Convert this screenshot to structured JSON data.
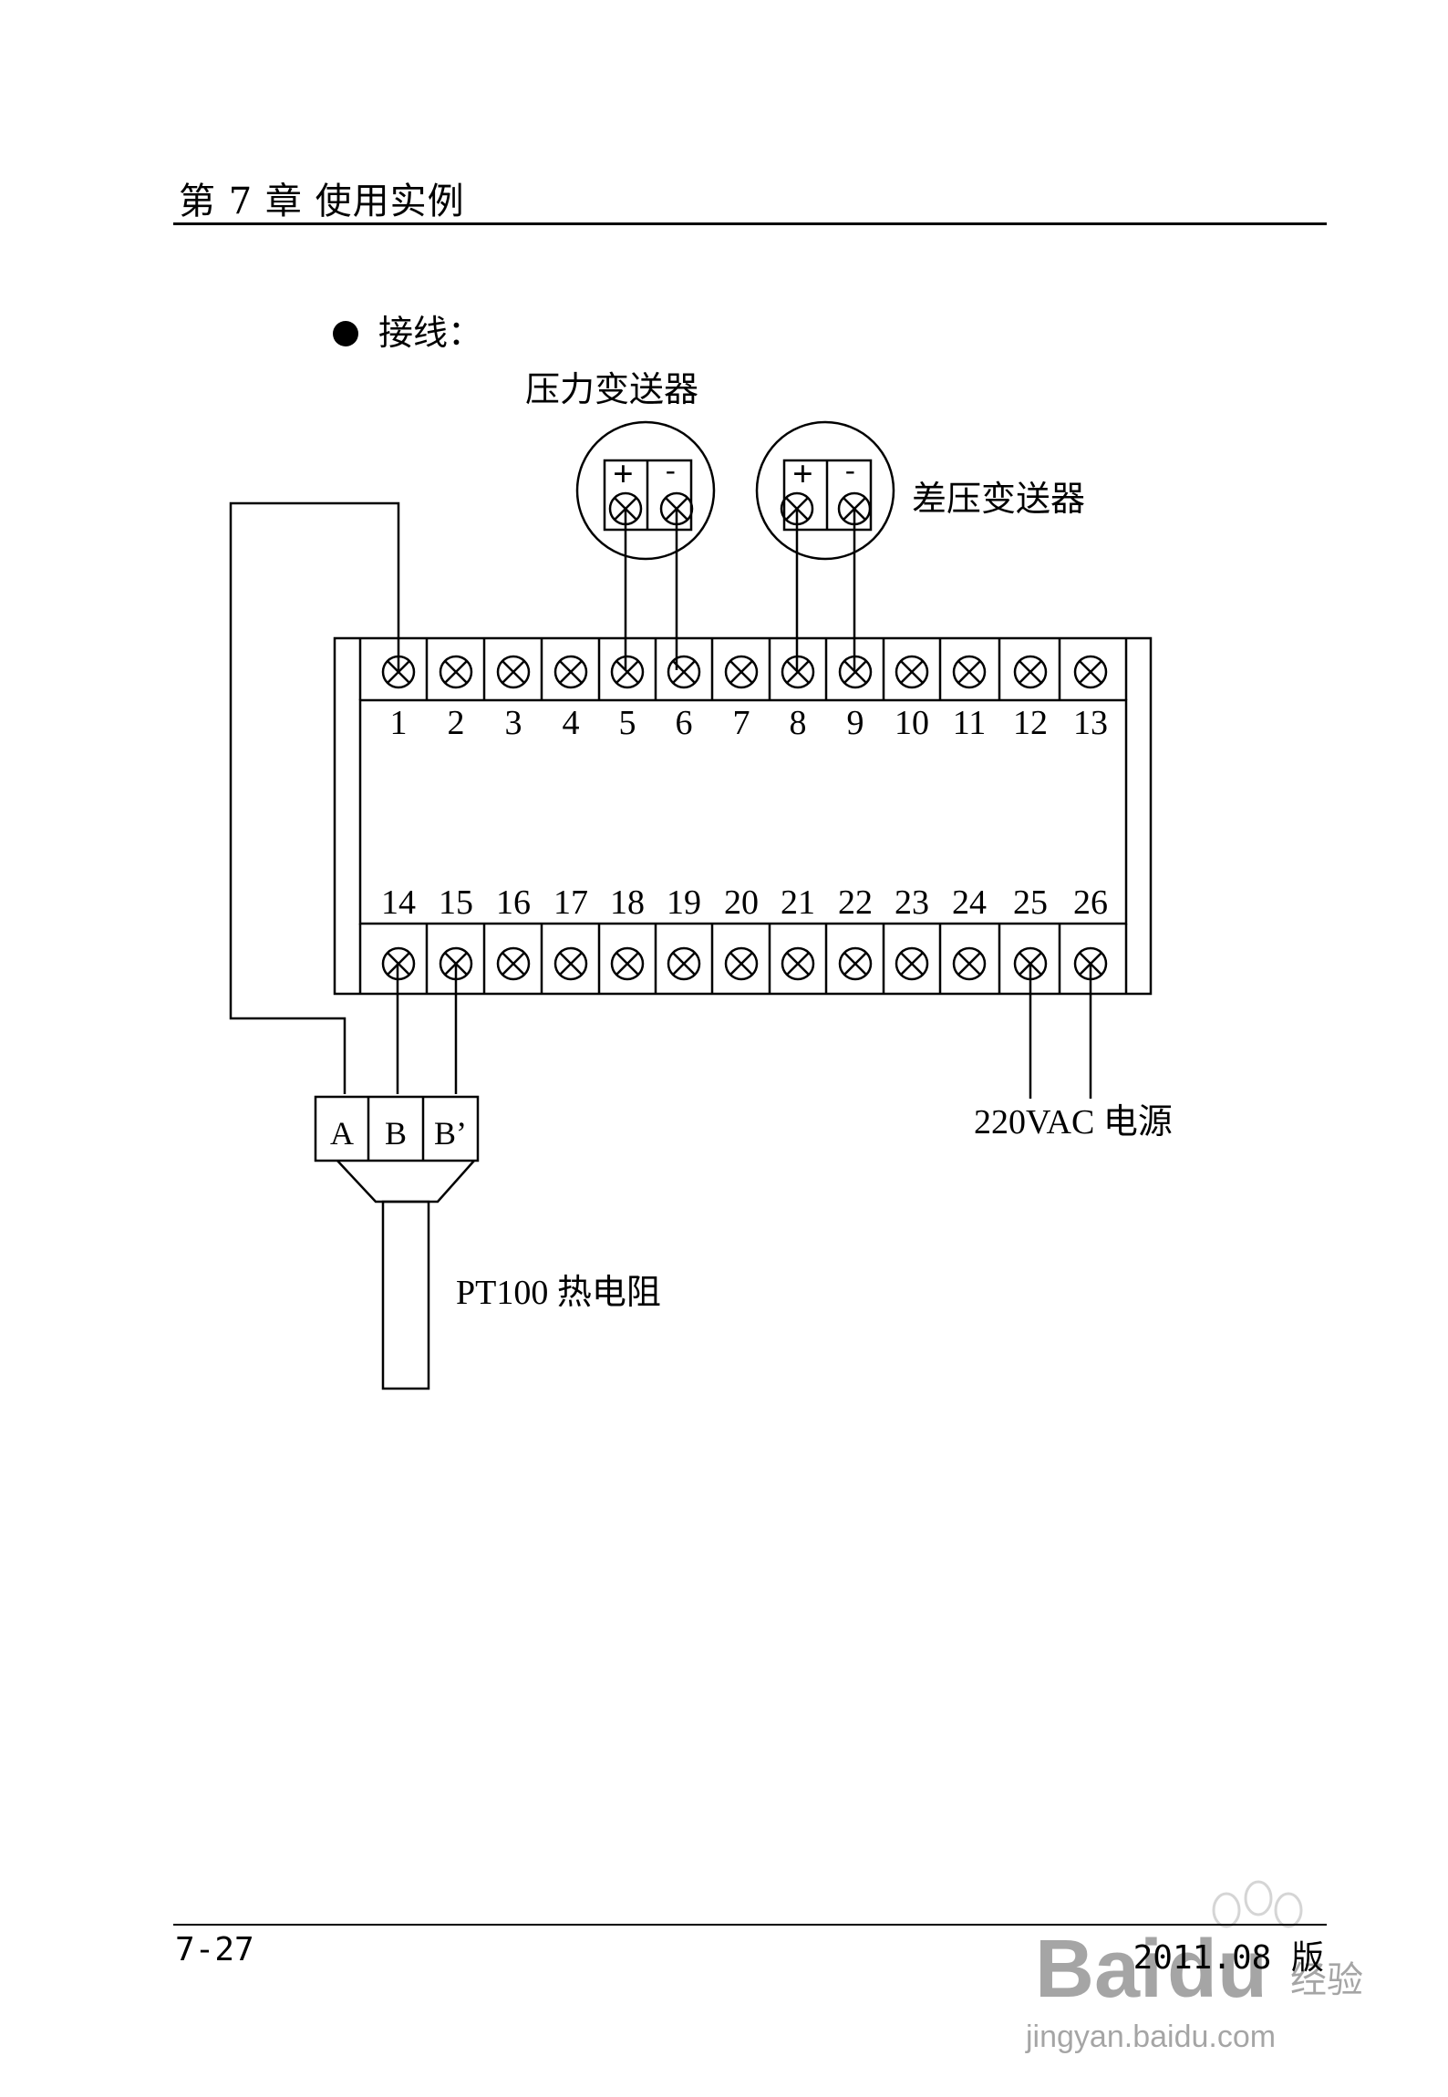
{
  "header": {
    "chapter_title": "第 7 章  使用实例"
  },
  "section": {
    "label": "接线："
  },
  "diagram": {
    "pressure_transmitter": "压力变送器",
    "diff_pressure_transmitter": "差压变送器",
    "plus_sign": "+",
    "minus_sign": "-",
    "top_terminals": [
      "1",
      "2",
      "3",
      "4",
      "5",
      "6",
      "7",
      "8",
      "9",
      "10",
      "11",
      "12",
      "13"
    ],
    "bottom_terminals": [
      "14",
      "15",
      "16",
      "17",
      "18",
      "19",
      "20",
      "21",
      "22",
      "23",
      "24",
      "25",
      "26"
    ],
    "rtd_terminals": [
      "A",
      "B",
      "B’"
    ],
    "power_label": "220VAC 电源",
    "rtd_label": "PT100 热电阻"
  },
  "footer": {
    "page_number": "7-27",
    "edition": "2011.08 版"
  },
  "watermark": {
    "brand": "Baidu 经验",
    "url": "jingyan.baidu.com"
  }
}
